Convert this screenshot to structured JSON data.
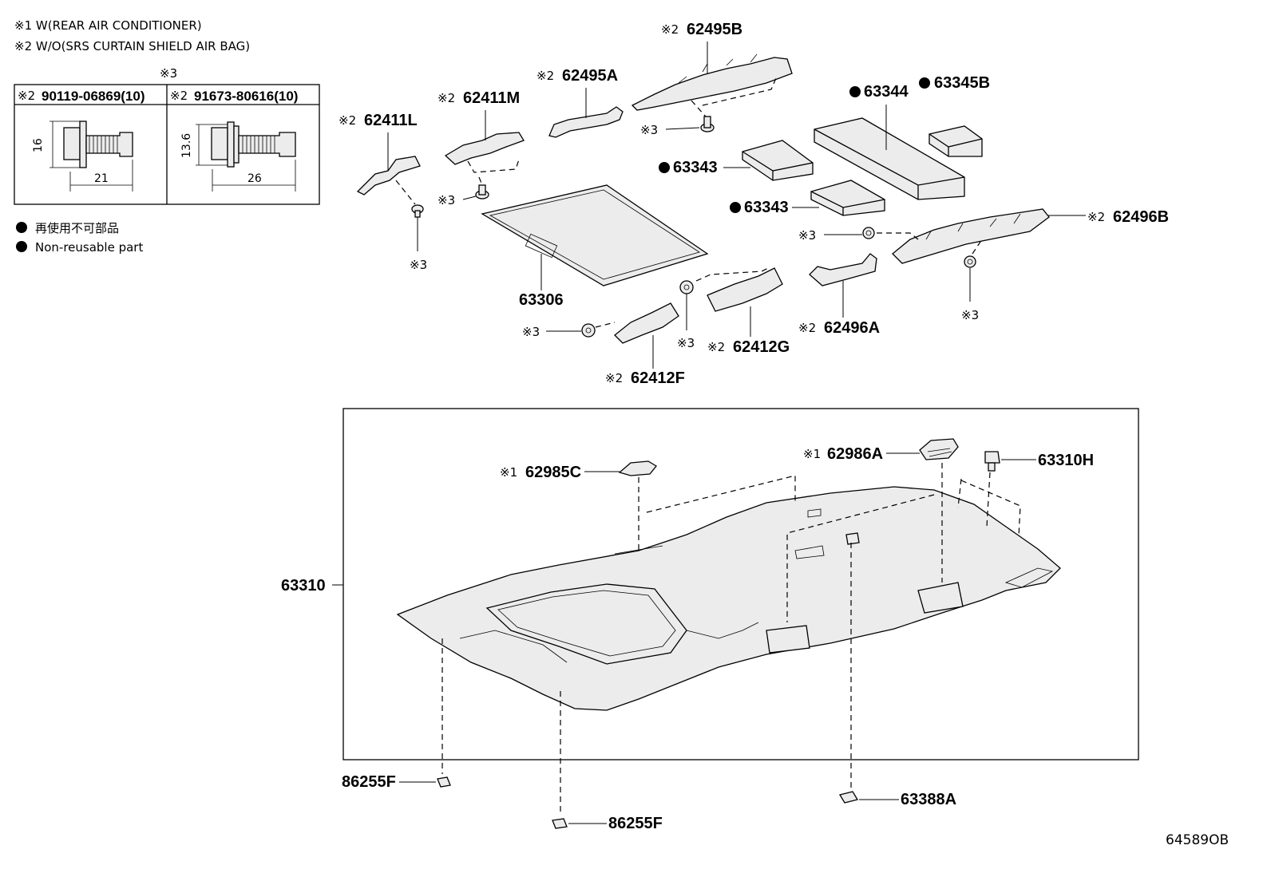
{
  "notes": {
    "note1": "※1 W(REAR AIR CONDITIONER)",
    "note2": "※2 W/O(SRS CURTAIN SHIELD AIR BAG)"
  },
  "bolt_table": {
    "header_mark": "※3",
    "col1": {
      "mark": "※2",
      "part": "90119-06869(10)",
      "height": "16",
      "length": "21"
    },
    "col2": {
      "mark": "※2",
      "part": "91673-80616(10)",
      "height": "13.6",
      "length": "26"
    }
  },
  "legend": {
    "jp": "再使用不可部品",
    "en": "Non-reusable part"
  },
  "marks": {
    "m1": "※1",
    "m2": "※2",
    "m3": "※3"
  },
  "parts": {
    "p62411L": "62411L",
    "p62411M": "62411M",
    "p62495A": "62495A",
    "p62495B": "62495B",
    "p63344": "63344",
    "p63345B": "63345B",
    "p63343a": "63343",
    "p63343b": "63343",
    "p62496B": "62496B",
    "p63306": "63306",
    "p62496A": "62496A",
    "p62412G": "62412G",
    "p62412F": "62412F",
    "p62985C": "62985C",
    "p62986A": "62986A",
    "p63310H": "63310H",
    "p63310": "63310",
    "p86255F_a": "86255F",
    "p86255F_b": "86255F",
    "p63388A": "63388A"
  },
  "diagram_id": "64589OB"
}
